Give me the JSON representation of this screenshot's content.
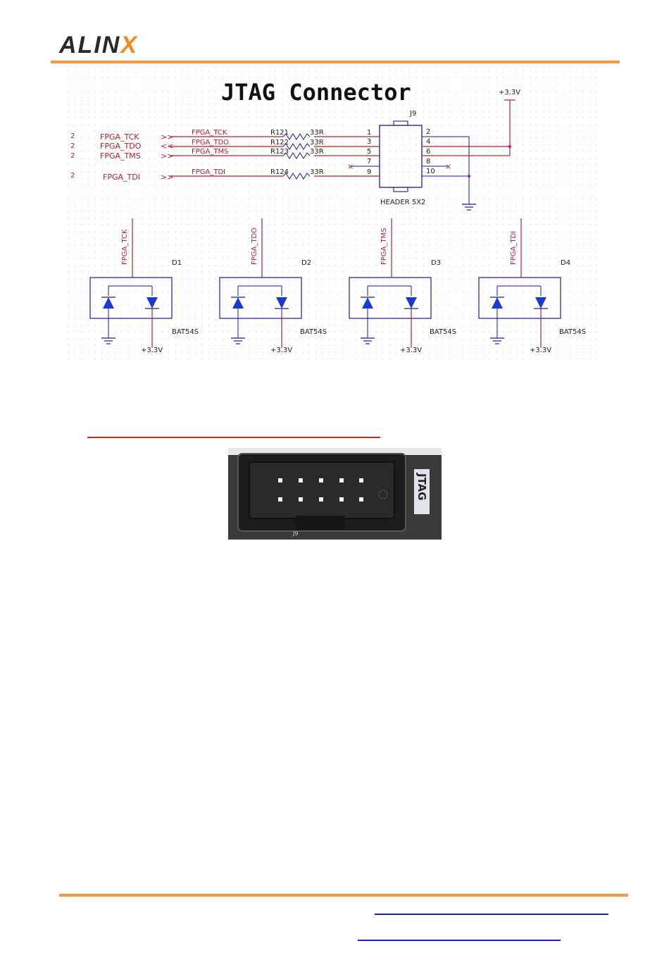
{
  "header": {
    "logo_text": "ALIN",
    "logo_x": "X"
  },
  "schematic": {
    "title": "JTAG Connector",
    "connector_ref": "J9",
    "connector_part": "HEADER 5X2",
    "power_label": "+3.3V",
    "nets": [
      {
        "sheet": "2",
        "name": "FPGA_TCK",
        "wire": "FPGA_TCK",
        "res": "R121",
        "val": "33R",
        "pin": "1"
      },
      {
        "sheet": "2",
        "name": "FPGA_TDO",
        "wire": "FPGA_TDO",
        "res": "R122",
        "val": "33R",
        "pin": "3"
      },
      {
        "sheet": "2",
        "name": "FPGA_TMS",
        "wire": "FPGA_TMS",
        "res": "R123",
        "val": "33R",
        "pin": "5"
      },
      {
        "sheet": "2",
        "name": "FPGA_TDI",
        "wire": "FPGA_TDI",
        "res": "R124",
        "val": "33R",
        "pin": "9"
      }
    ],
    "pins_left_extra": "7",
    "pins_right": [
      "2",
      "4",
      "6",
      "8",
      "10"
    ],
    "diodes": [
      {
        "net": "FPGA_TCK",
        "ref": "D1",
        "part": "BAT54S",
        "supply": "+3.3V"
      },
      {
        "net": "FPGA_TDO",
        "ref": "D2",
        "part": "BAT54S",
        "supply": "+3.3V"
      },
      {
        "net": "FPGA_TMS",
        "ref": "D3",
        "part": "BAT54S",
        "supply": "+3.3V"
      },
      {
        "net": "FPGA_TDI",
        "ref": "D4",
        "part": "BAT54S",
        "supply": "+3.3V"
      }
    ]
  },
  "photo": {
    "label": "JTAG",
    "silk": "J9"
  }
}
